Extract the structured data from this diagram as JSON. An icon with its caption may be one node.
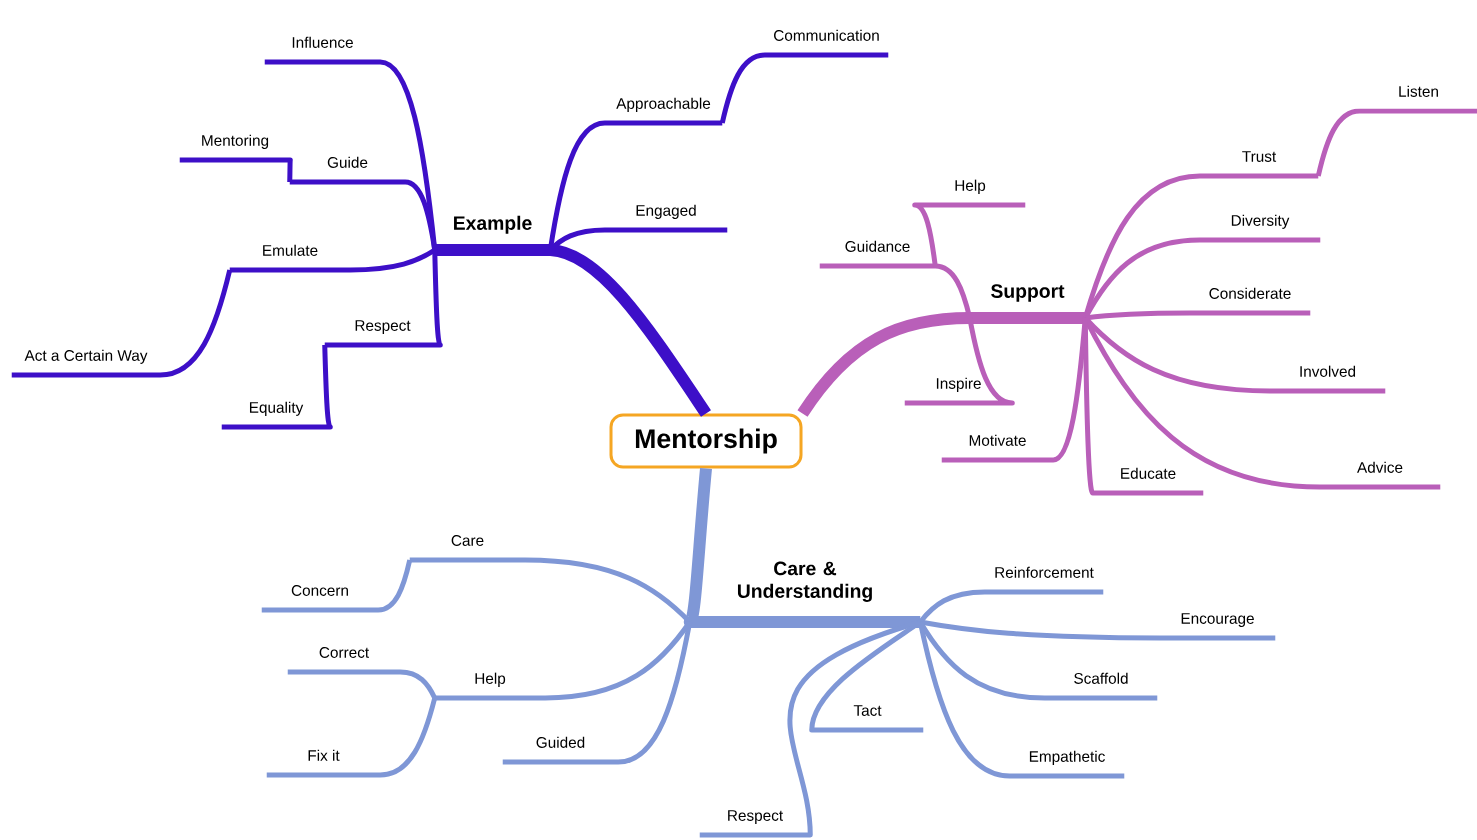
{
  "diagram": {
    "nodes": [
      {
        "text": [
          "Mentorship"
        ]
      },
      {
        "text": [
          "Example"
        ]
      },
      {
        "text": [
          "Influence"
        ]
      },
      {
        "text": [
          "Guide"
        ]
      },
      {
        "text": [
          "Mentoring"
        ]
      },
      {
        "text": [
          "Emulate"
        ]
      },
      {
        "text": [
          "Act a Certain Way"
        ]
      },
      {
        "text": [
          "Respect"
        ]
      },
      {
        "text": [
          "Equality"
        ]
      },
      {
        "text": [
          "Approachable"
        ]
      },
      {
        "text": [
          "Communication"
        ]
      },
      {
        "text": [
          "Engaged"
        ]
      },
      {
        "text": [
          "Support"
        ]
      },
      {
        "text": [
          "Guidance"
        ]
      },
      {
        "text": [
          "Help"
        ]
      },
      {
        "text": [
          "Inspire"
        ]
      },
      {
        "text": [
          "Motivate"
        ]
      },
      {
        "text": [
          "Trust"
        ]
      },
      {
        "text": [
          "Listen"
        ]
      },
      {
        "text": [
          "Diversity"
        ]
      },
      {
        "text": [
          "Considerate"
        ]
      },
      {
        "text": [
          "Involved"
        ]
      },
      {
        "text": [
          "Advice"
        ]
      },
      {
        "text": [
          "Educate"
        ]
      },
      {
        "text": [
          "Care & Understanding"
        ]
      },
      {
        "text": [
          "Care"
        ]
      },
      {
        "text": [
          "Concern"
        ]
      },
      {
        "text": [
          "Help"
        ]
      },
      {
        "text": [
          "Correct"
        ]
      },
      {
        "text": [
          "Fix it"
        ]
      },
      {
        "text": [
          "Guided"
        ]
      },
      {
        "text": [
          "Respect"
        ]
      },
      {
        "text": [
          "Reinforcement"
        ]
      },
      {
        "text": [
          "Encourage"
        ]
      },
      {
        "text": [
          "Scaffold"
        ]
      },
      {
        "text": [
          "Empathetic"
        ]
      },
      {
        "text": [
          "Tact"
        ]
      }
    ],
    "edges": [
      {
        "from": 0,
        "to": 1,
        "arrow": "none",
        "style": "thick",
        "color": "#3d0fc8"
      },
      {
        "from": 1,
        "to": 2,
        "arrow": "none",
        "color": "#3d0fc8"
      },
      {
        "from": 1,
        "to": 3,
        "arrow": "none",
        "color": "#3d0fc8"
      },
      {
        "from": 3,
        "to": 4,
        "arrow": "none",
        "color": "#3d0fc8"
      },
      {
        "from": 1,
        "to": 5,
        "arrow": "none",
        "color": "#3d0fc8"
      },
      {
        "from": 5,
        "to": 6,
        "arrow": "none",
        "color": "#3d0fc8"
      },
      {
        "from": 1,
        "to": 7,
        "arrow": "none",
        "color": "#3d0fc8"
      },
      {
        "from": 7,
        "to": 8,
        "arrow": "none",
        "color": "#3d0fc8"
      },
      {
        "from": 1,
        "to": 9,
        "arrow": "none",
        "color": "#3d0fc8"
      },
      {
        "from": 9,
        "to": 10,
        "arrow": "none",
        "color": "#3d0fc8"
      },
      {
        "from": 1,
        "to": 11,
        "arrow": "none",
        "color": "#3d0fc8"
      },
      {
        "from": 0,
        "to": 12,
        "arrow": "none",
        "style": "thick",
        "color": "#b95fb9"
      },
      {
        "from": 12,
        "to": 13,
        "arrow": "none",
        "color": "#b95fb9"
      },
      {
        "from": 13,
        "to": 14,
        "arrow": "none",
        "color": "#b95fb9"
      },
      {
        "from": 12,
        "to": 15,
        "arrow": "none",
        "color": "#b95fb9"
      },
      {
        "from": 12,
        "to": 16,
        "arrow": "none",
        "color": "#b95fb9"
      },
      {
        "from": 12,
        "to": 17,
        "arrow": "none",
        "color": "#b95fb9"
      },
      {
        "from": 17,
        "to": 18,
        "arrow": "none",
        "color": "#b95fb9"
      },
      {
        "from": 12,
        "to": 19,
        "arrow": "none",
        "color": "#b95fb9"
      },
      {
        "from": 12,
        "to": 20,
        "arrow": "none",
        "color": "#b95fb9"
      },
      {
        "from": 12,
        "to": 21,
        "arrow": "none",
        "color": "#b95fb9"
      },
      {
        "from": 12,
        "to": 22,
        "arrow": "none",
        "color": "#b95fb9"
      },
      {
        "from": 12,
        "to": 23,
        "arrow": "none",
        "color": "#b95fb9"
      },
      {
        "from": 0,
        "to": 24,
        "arrow": "none",
        "style": "thick",
        "color": "#7f97d6"
      },
      {
        "from": 24,
        "to": 25,
        "arrow": "none",
        "color": "#7f97d6"
      },
      {
        "from": 25,
        "to": 26,
        "arrow": "none",
        "color": "#7f97d6"
      },
      {
        "from": 24,
        "to": 27,
        "arrow": "none",
        "color": "#7f97d6"
      },
      {
        "from": 27,
        "to": 28,
        "arrow": "none",
        "color": "#7f97d6"
      },
      {
        "from": 27,
        "to": 29,
        "arrow": "none",
        "color": "#7f97d6"
      },
      {
        "from": 24,
        "to": 30,
        "arrow": "none",
        "color": "#7f97d6"
      },
      {
        "from": 24,
        "to": 31,
        "arrow": "none",
        "color": "#7f97d6"
      },
      {
        "from": 24,
        "to": 32,
        "arrow": "none",
        "color": "#7f97d6"
      },
      {
        "from": 24,
        "to": 33,
        "arrow": "none",
        "color": "#7f97d6"
      },
      {
        "from": 24,
        "to": 34,
        "arrow": "none",
        "color": "#7f97d6"
      },
      {
        "from": 24,
        "to": 35,
        "arrow": "none",
        "color": "#7f97d6"
      },
      {
        "from": 24,
        "to": 36,
        "arrow": "none",
        "color": "#7f97d6"
      }
    ]
  }
}
